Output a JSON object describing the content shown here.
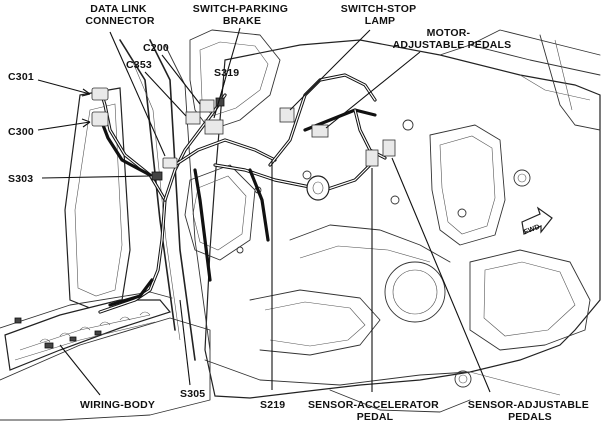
{
  "labels": {
    "data_link_connector": [
      "DATA LINK",
      "CONNECTOR"
    ],
    "switch_parking_brake": [
      "SWITCH-PARKING",
      "BRAKE"
    ],
    "switch_stop_lamp": [
      "SWITCH-STOP",
      "LAMP"
    ],
    "motor_adjustable_pedals": [
      "MOTOR-",
      "ADJUSTABLE PEDALS"
    ],
    "c200": "C200",
    "c353": "C353",
    "s319": "S319",
    "c301": "C301",
    "c300": "C300",
    "s303": "S303",
    "wiring_body": "WIRING-BODY",
    "s305": "S305",
    "s219": "S219",
    "sensor_accelerator_pedal": [
      "SENSOR-ACCELERATOR",
      "PEDAL"
    ],
    "sensor_adjustable_pedals": [
      "SENSOR-ADJUSTABLE",
      "PEDALS"
    ],
    "fwd": "FWD"
  }
}
